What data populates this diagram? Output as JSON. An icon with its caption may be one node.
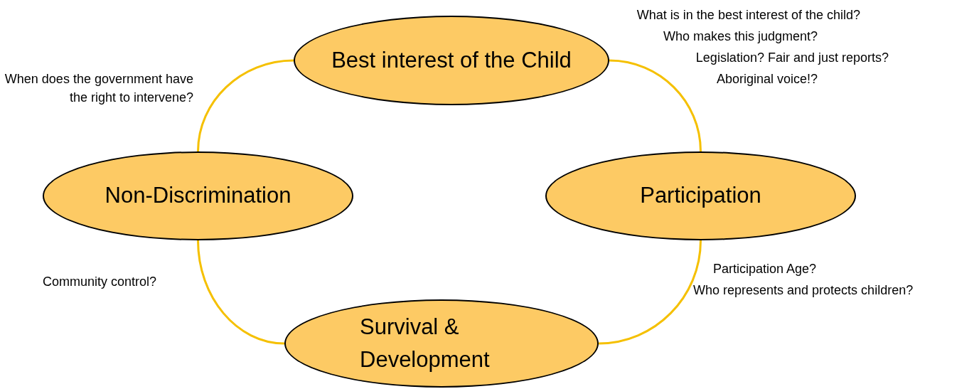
{
  "diagram": {
    "nodes": [
      {
        "text": [
          "Best interest of the Child"
        ]
      },
      {
        "text": [
          "Non-Discrimination"
        ]
      },
      {
        "text": [
          "Participation"
        ]
      },
      {
        "text": [
          "Survival & Development"
        ]
      }
    ],
    "edges": [
      {
        "from": 0,
        "to": 2,
        "arrow": "none"
      },
      {
        "from": 2,
        "to": 3,
        "arrow": "none"
      },
      {
        "from": 3,
        "to": 1,
        "arrow": "none"
      },
      {
        "from": 1,
        "to": 0,
        "arrow": "none"
      }
    ],
    "labels": [
      "What is in the best interest of the child?",
      "Who makes this judgment?",
      "Legislation? Fair and just reports?",
      "Aboriginal voice!?",
      "When does the government have the right to intervene?",
      "Community control?",
      "Participation Age?",
      "Who represents and protects children?"
    ]
  }
}
